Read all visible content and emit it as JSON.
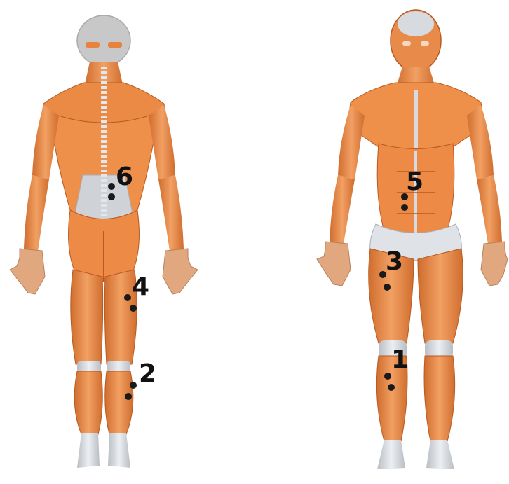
{
  "figures": [
    {
      "view": "posterior"
    },
    {
      "view": "anterior"
    }
  ],
  "markers": [
    {
      "label": "1"
    },
    {
      "label": "2"
    },
    {
      "label": "3"
    },
    {
      "label": "4"
    },
    {
      "label": "5"
    },
    {
      "label": "6"
    }
  ],
  "colors": {
    "muscle": "#e8833f",
    "muscle_light": "#f3a468",
    "muscle_dark": "#b85a22",
    "tendon": "#d7dbe0",
    "skin_head": "#c9c9c9",
    "dot": "#1a1a1a",
    "label": "#111111",
    "background": "#ffffff"
  }
}
